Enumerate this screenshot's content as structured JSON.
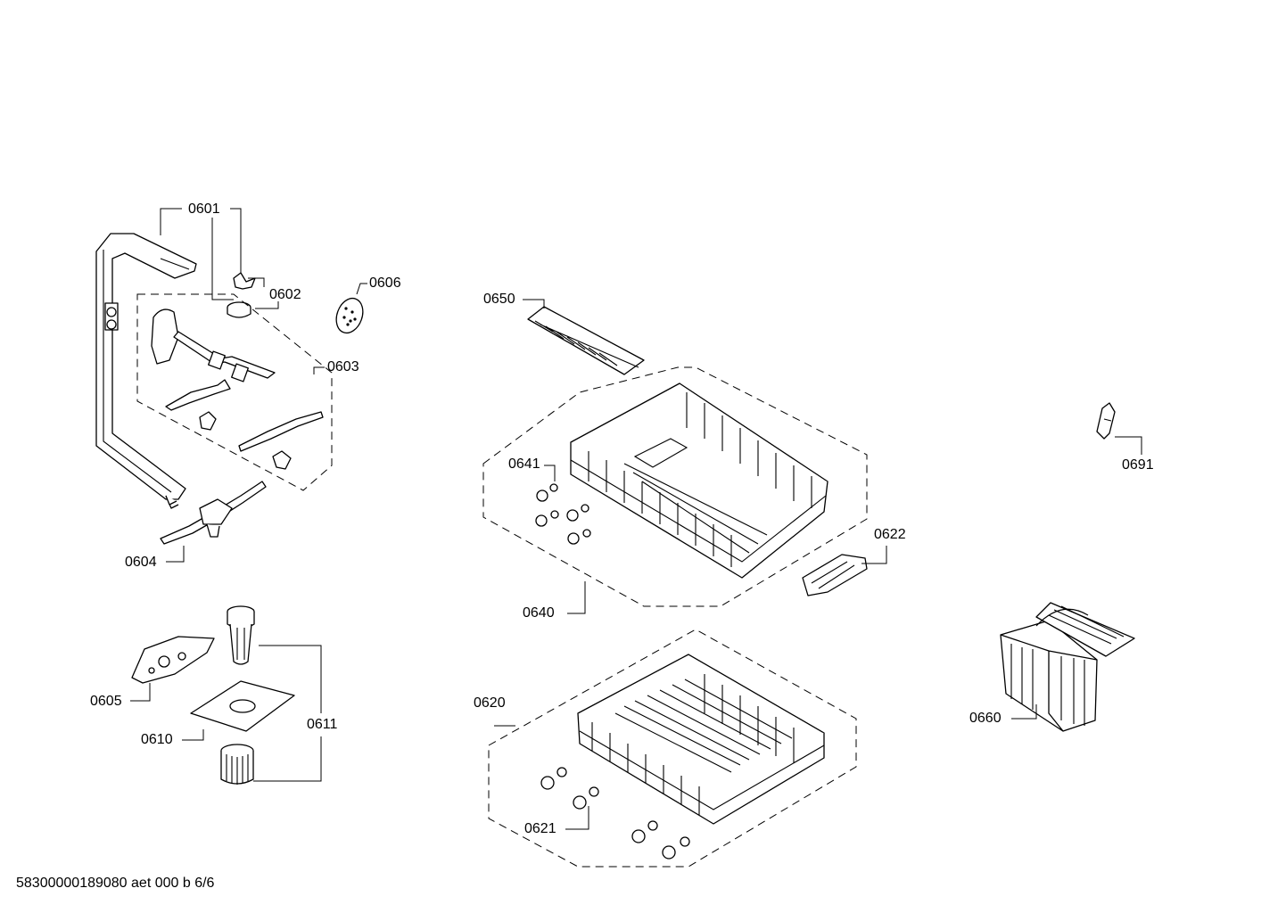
{
  "diagram": {
    "footer_code": "58300000189080 aet 000 b 6/6",
    "part_labels": {
      "p0601": "0601",
      "p0602": "0602",
      "p0603": "0603",
      "p0604": "0604",
      "p0605": "0605",
      "p0606": "0606",
      "p0610": "0610",
      "p0611": "0611",
      "p0620": "0620",
      "p0621": "0621",
      "p0622": "0622",
      "p0640": "0640",
      "p0641": "0641",
      "p0650": "0650",
      "p0660": "0660",
      "p0691": "0691"
    }
  }
}
